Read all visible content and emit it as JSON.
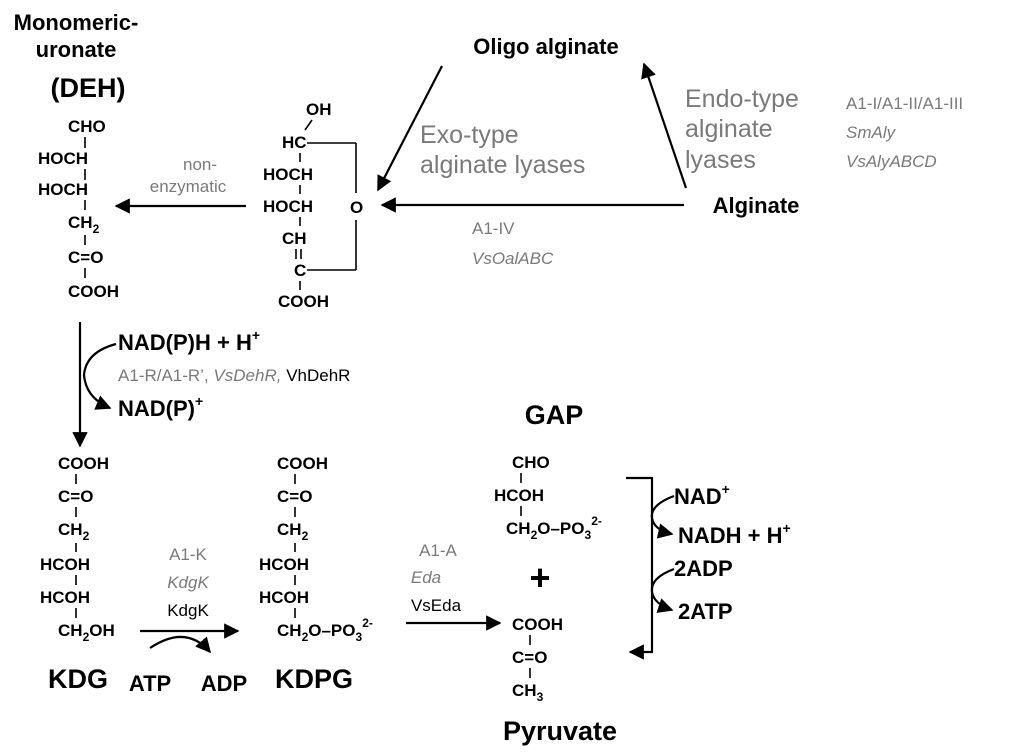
{
  "nodes": {
    "monomeric_uronate": {
      "line1": "Monomeric-",
      "line2": "uronate",
      "line3": "(DEH)"
    },
    "oligo_alginate": "Oligo alginate",
    "alginate": "Alginate",
    "gap": "GAP",
    "kdg": "KDG",
    "kdpg": "KDPG",
    "pyruvate": "Pyruvate"
  },
  "deh_structure": [
    "CHO",
    "HOCH",
    "HOCH",
    "CH",
    "2",
    "C=O",
    "COOH"
  ],
  "cyclic_structure": [
    "OH",
    "HC",
    "HOCH",
    "HOCH",
    "O",
    "CH",
    "C",
    "COOH"
  ],
  "kdg_structure": [
    "COOH",
    "C=O",
    "CH",
    "2",
    "HCOH",
    "HCOH",
    "CH",
    "2",
    "OH"
  ],
  "kdpg_structure": [
    "COOH",
    "C=O",
    "CH",
    "2",
    "HCOH",
    "HCOH",
    "CH",
    "2",
    "O–PO",
    "3",
    "2-"
  ],
  "gap_structure": [
    "CHO",
    "HCOH",
    "CH",
    "2",
    "O–PO",
    "3",
    "2-"
  ],
  "pyruvate_structure": [
    "COOH",
    "C=O",
    "CH",
    "3"
  ],
  "plus": "+",
  "labels": {
    "non_enzymatic": [
      "non-",
      "enzymatic"
    ],
    "exo": [
      "Exo-type",
      "alginate lyases"
    ],
    "endo": [
      "Endo-type",
      "alginate",
      "lyases"
    ],
    "endo_enzymes": [
      "A1-I/A1-II/A1-III",
      "SmAly",
      "VsAlyABCD"
    ],
    "exo_enzymes": [
      "A1-IV",
      "VsOalABC"
    ],
    "reductase": {
      "gray": "A1-R/A1-R’,",
      "italic": "VsDehR,",
      "black": "VhDehR"
    },
    "kinase": [
      "A1-K",
      "KdgK",
      "KdgK"
    ],
    "aldolase": [
      "A1-A",
      "Eda",
      "VsEda"
    ],
    "nadph": {
      "text": "NAD(P)H + H",
      "sup": "+"
    },
    "nadp": {
      "text": "NAD(P)",
      "sup": "+"
    },
    "atp": "ATP",
    "adp": "ADP",
    "nad": {
      "text": "NAD",
      "sup": "+"
    },
    "nadh": {
      "text": "NADH + H",
      "sup": "+"
    },
    "two_adp": "2ADP",
    "two_atp": "2ATP"
  }
}
